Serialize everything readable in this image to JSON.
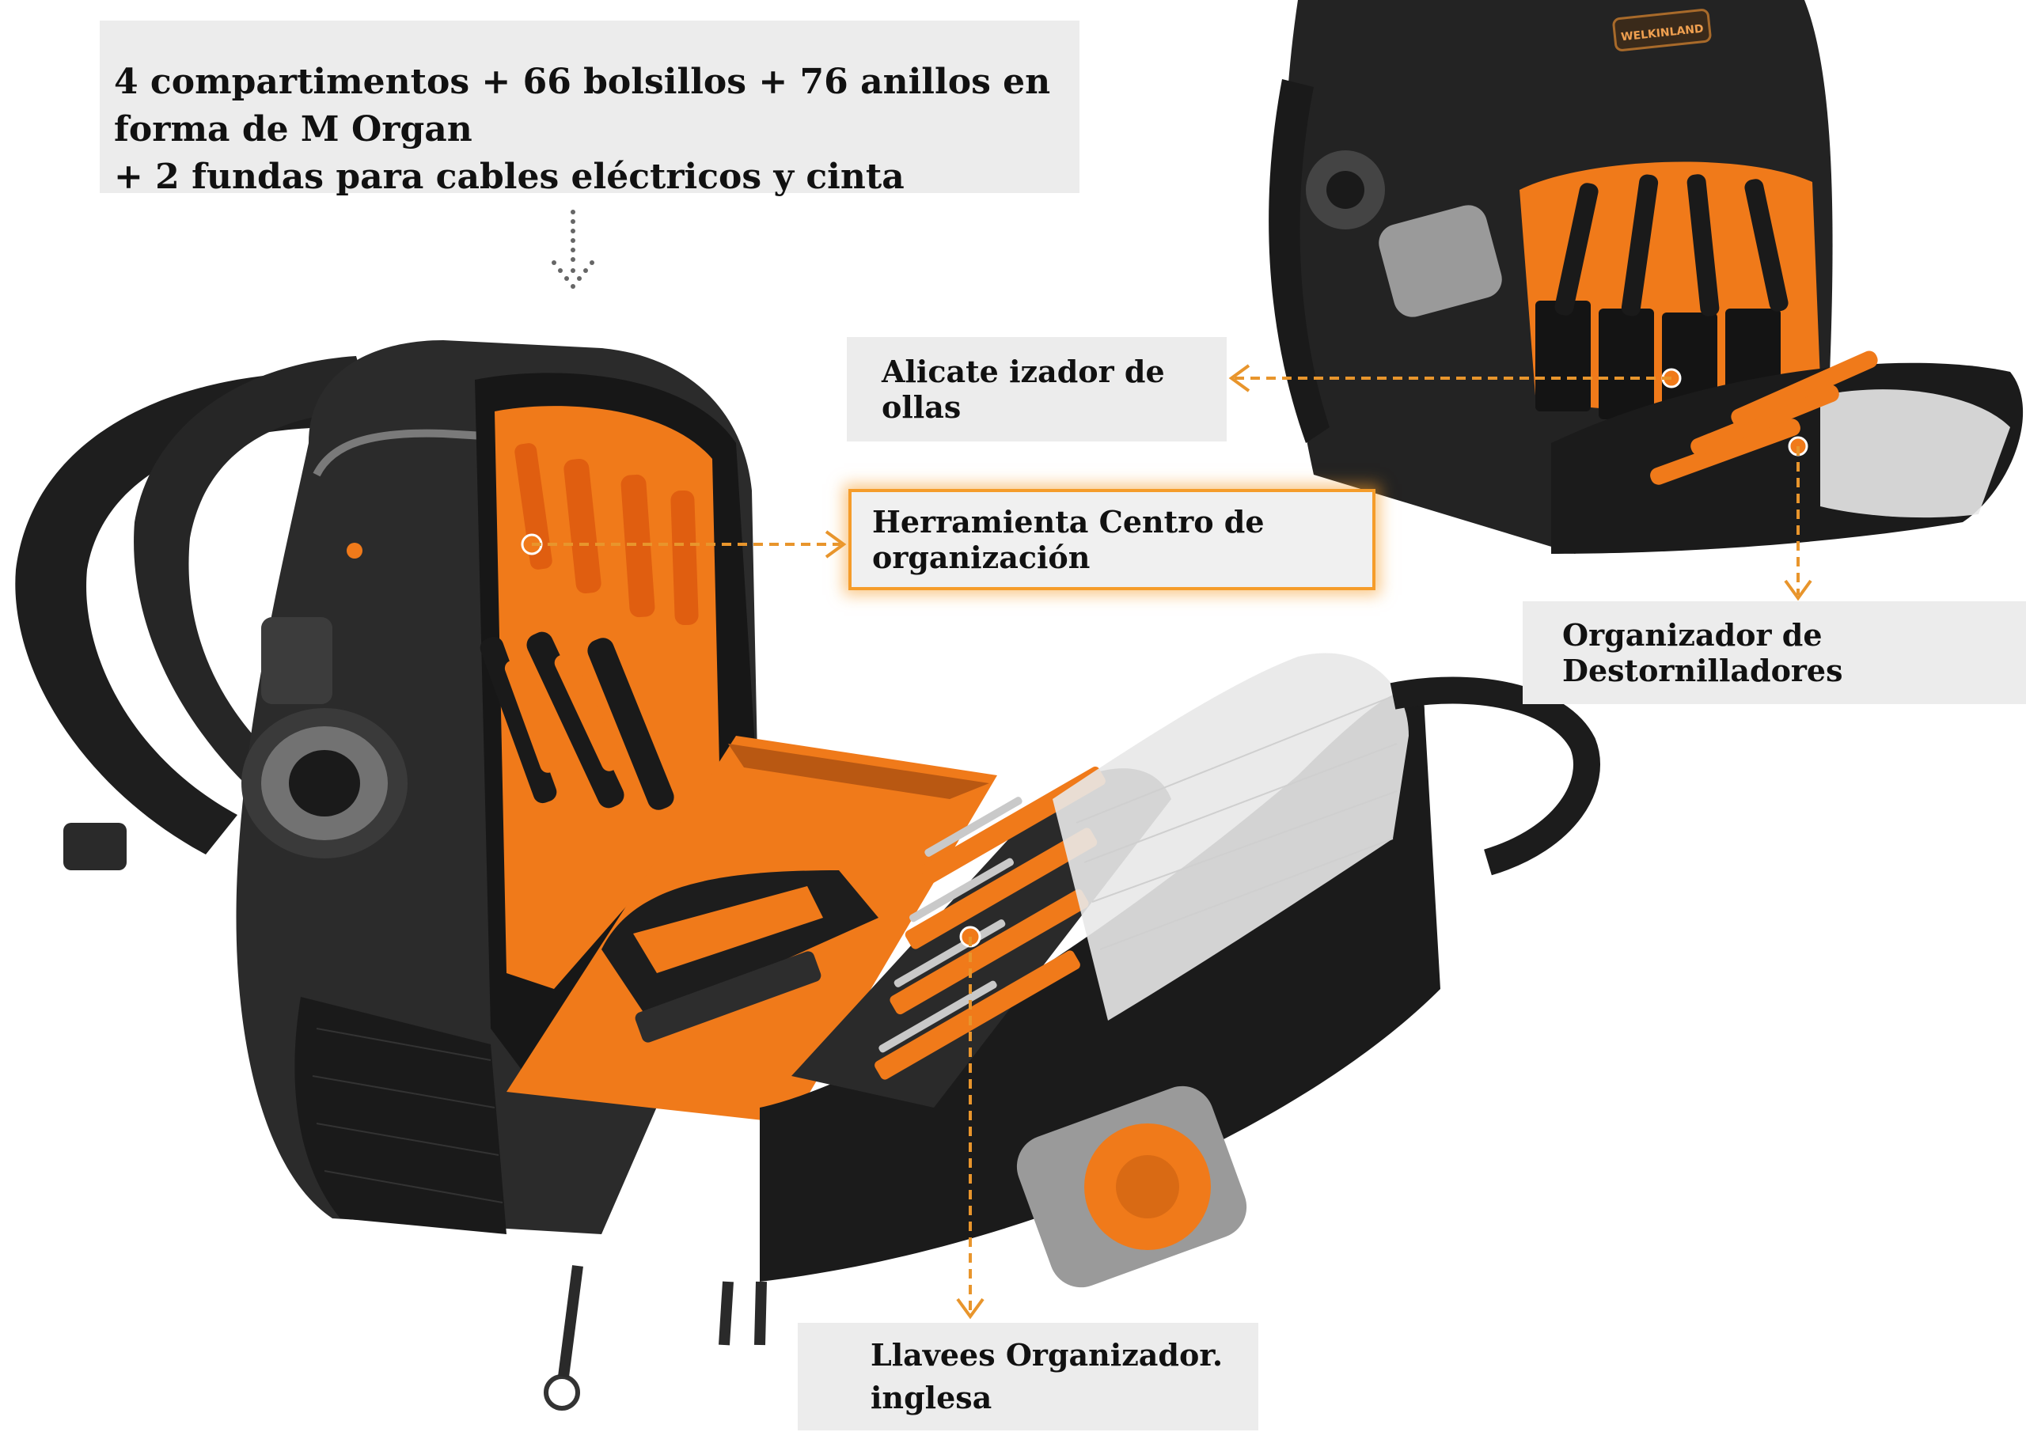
{
  "headline": {
    "line1": "4 compartimentos + 66 bolsillos + 76 anillos en forma de M Organ",
    "line2": "+ 2 fundas para cables eléctricos y cinta"
  },
  "callouts": {
    "alicate": "Alicate izador de ollas",
    "herramienta": "Herramienta Centro de organización",
    "destornilladores": "Organizador de Destornilladores",
    "llaves_line1": "Llavees Organizador.",
    "llaves_line2": "inglesa"
  },
  "brand_label": "WELKINLAND",
  "colors": {
    "accent_orange": "#f07a1a",
    "leader_orange": "#e8952c",
    "bag_black": "#1c1c1c",
    "callout_bg": "#ececec"
  },
  "icons": [
    "dotted-down-arrow-icon"
  ]
}
